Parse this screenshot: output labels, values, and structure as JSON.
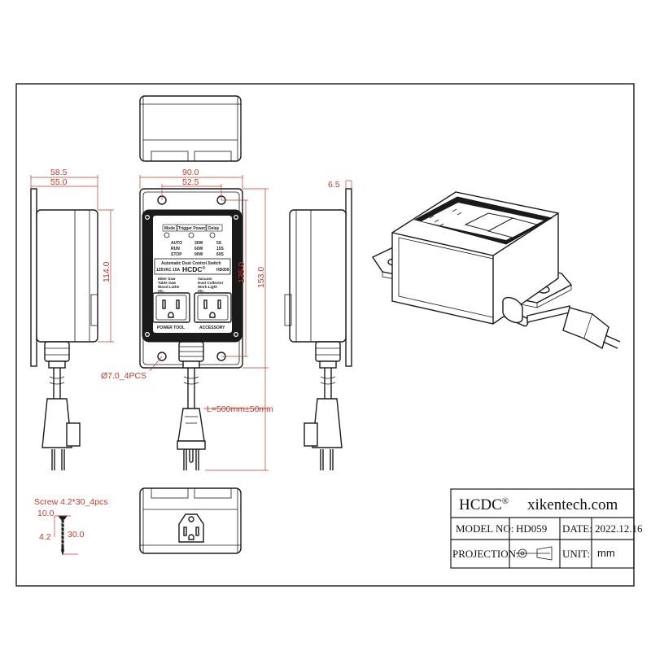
{
  "dimensions": {
    "side_total_depth": "58.5",
    "side_body_depth": "55.0",
    "front_width": "90.0",
    "hole_spacing": "52.5",
    "flange_thickness": "6.5",
    "body_height": "114.0",
    "hole_vertical": "135.0",
    "total_height": "153.0",
    "hole_diameter": "Ø7.0_4PCS",
    "cord_length": "L=500mm±50mm",
    "screw_spec": "Screw 4.2*30_4pcs",
    "screw_head": "10.0",
    "screw_dia": "4.2",
    "screw_length": "30.0"
  },
  "panel": {
    "mode_header": "Mode",
    "trigger_header": "Trigger Power",
    "delay_header": "Delay",
    "mode_options": [
      "AUTO",
      "RUN",
      "STOP"
    ],
    "trigger_options": [
      "30W",
      "60W",
      "90W"
    ],
    "delay_options": [
      "5S",
      "15S",
      "60S"
    ],
    "product_name": "Automatic Dust Control Switch",
    "rating": "125VAC 15A",
    "brand": "HCDC",
    "brand_mark": "®",
    "model": "HD059",
    "left_outlet_uses": [
      "Miter Saw",
      "Table Saw",
      "Wood Lathe",
      "etc."
    ],
    "right_outlet_uses": [
      "Vacuum",
      "Dust Collector",
      "Work Light",
      "etc."
    ],
    "left_outlet_label": "POWER TOOL",
    "right_outlet_label": "ACCESSORY"
  },
  "title_block": {
    "brand": "HCDC",
    "brand_mark": "®",
    "website": "xikentech.com",
    "model_label": "MODEL NO:",
    "model_value": "HD059",
    "date_label": "DATE:",
    "date_value": "2022.12.16",
    "projection_label": "PROJECTION:",
    "unit_label": "UNIT:",
    "unit_value": "mm"
  }
}
